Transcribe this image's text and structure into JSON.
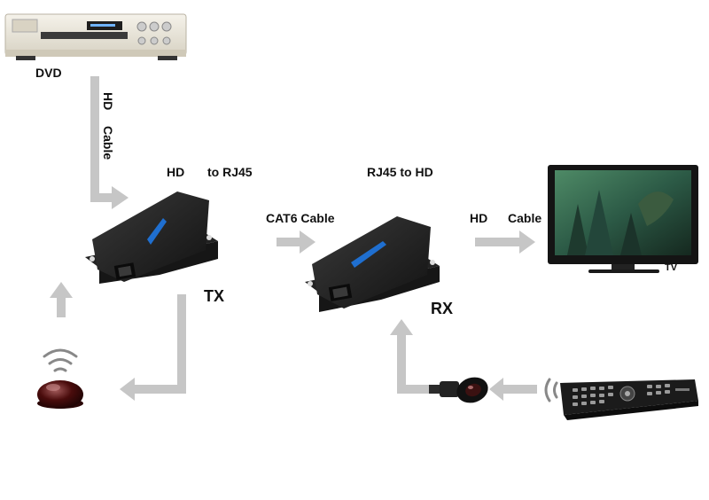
{
  "labels": {
    "dvd": "DVD",
    "hd_cable_hd": "HD",
    "hd_cable_cable": "Cable",
    "tx_hd": "HD",
    "tx_to_rj45": "to RJ45",
    "cat6_cable": "CAT6 Cable",
    "rx_rj45_to_hd": "RJ45 to HD",
    "out_hd": "HD",
    "out_cable": "Cable",
    "tv": "TV",
    "tx": "TX",
    "rx": "RX"
  },
  "colors": {
    "arrow": "#c6c6c6",
    "device_body": "#1c1c1c",
    "device_accent": "#1f6fd0",
    "dvd_body": "#ece8dc",
    "tv_bezel": "#141414",
    "ir_receiver": "#4a0c0c"
  },
  "icons": {
    "dvd_player": "dvd-player-icon",
    "tx_extender": "extender-box-icon",
    "rx_extender": "extender-box-icon",
    "tv": "tv-icon",
    "ir_receiver": "ir-receiver-icon",
    "ir_emitter": "ir-emitter-eye-icon",
    "remote": "remote-control-icon",
    "signal": "wifi-signal-icon"
  }
}
